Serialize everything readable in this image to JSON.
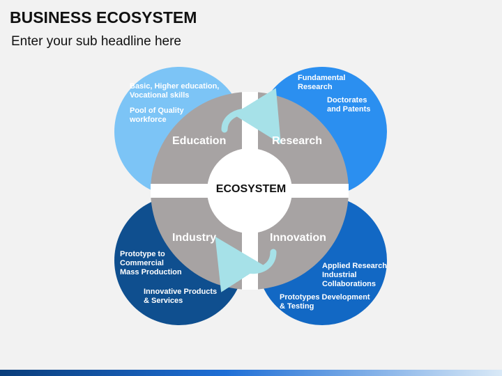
{
  "header": {
    "title": "BUSINESS ECOSYSTEM",
    "subtitle": "Enter your sub headline here"
  },
  "diagram": {
    "center": "ECOSYSTEM",
    "segments": {
      "education": "Education",
      "research": "Research",
      "industry": "Industry",
      "innovation": "Innovation"
    },
    "circles": {
      "education": [
        "Basic, Higher education,\nVocational skills",
        "Pool of Quality\nworkforce"
      ],
      "research": [
        "Fundamental\nResearch",
        "Doctorates\nand Patents"
      ],
      "industry": [
        "Prototype to\nCommercial\nMass Production",
        "Innovative Products\n& Services"
      ],
      "innovation": [
        "Applied Research\nIndustrial\nCollaborations",
        "Prototypes Development\n& Testing"
      ]
    },
    "colors": {
      "education": "#7cc4f6",
      "research": "#2b8ff0",
      "industry": "#0f4f8f",
      "innovation": "#1268c4",
      "ring": "#a7a3a3",
      "arrow": "#a6e1e8"
    }
  }
}
